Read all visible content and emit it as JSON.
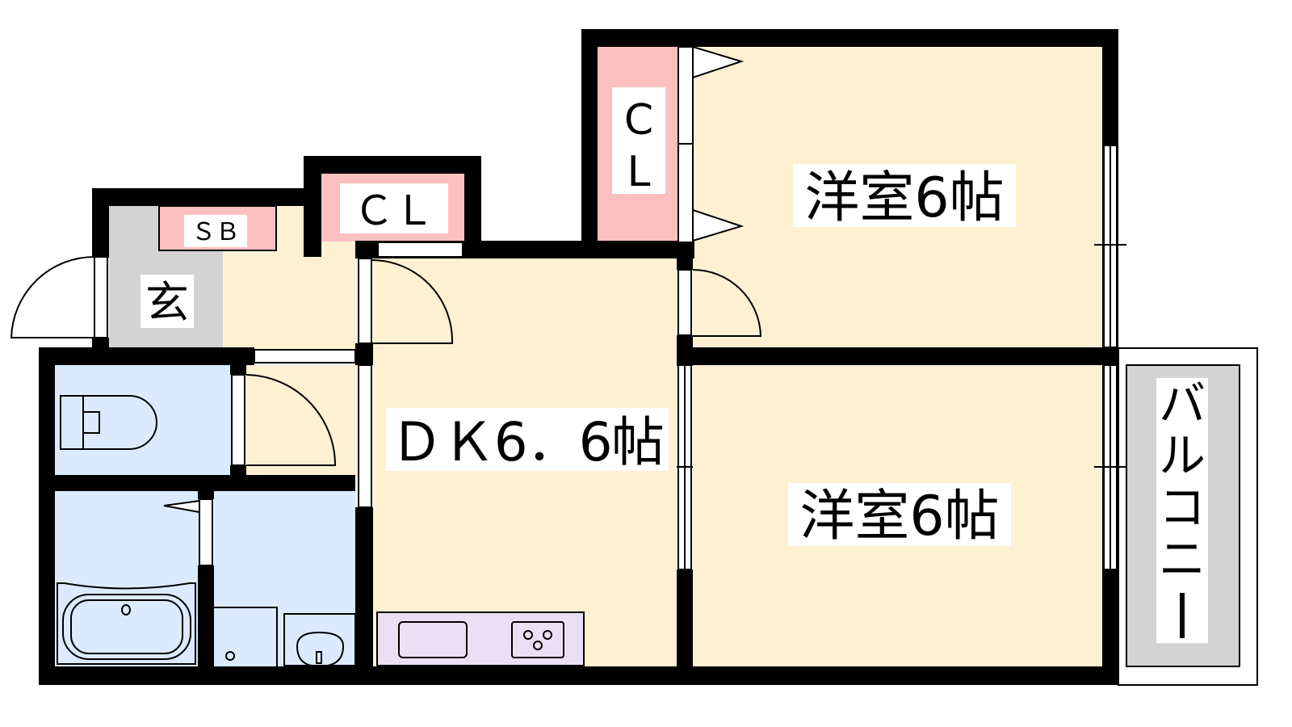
{
  "rooms": {
    "western_room_upper": "洋室6帖",
    "western_room_lower": "洋室6帖",
    "dining_kitchen": "ＤＫ6．6帖",
    "closet_large": "ＣＬ",
    "closet_small": "ＣＬ",
    "shoe_box": "ＳＢ",
    "entrance": "玄",
    "balcony": [
      "バ",
      "ル",
      "コ",
      "ニ",
      "ー"
    ]
  },
  "colors": {
    "room_floor": "#fdf1d2",
    "closet": "#fdc0c0",
    "wet_area": "#dbebfd",
    "entrance": "#d3d3d3",
    "kitchen": "#ebdff5",
    "wall": "#000000"
  }
}
